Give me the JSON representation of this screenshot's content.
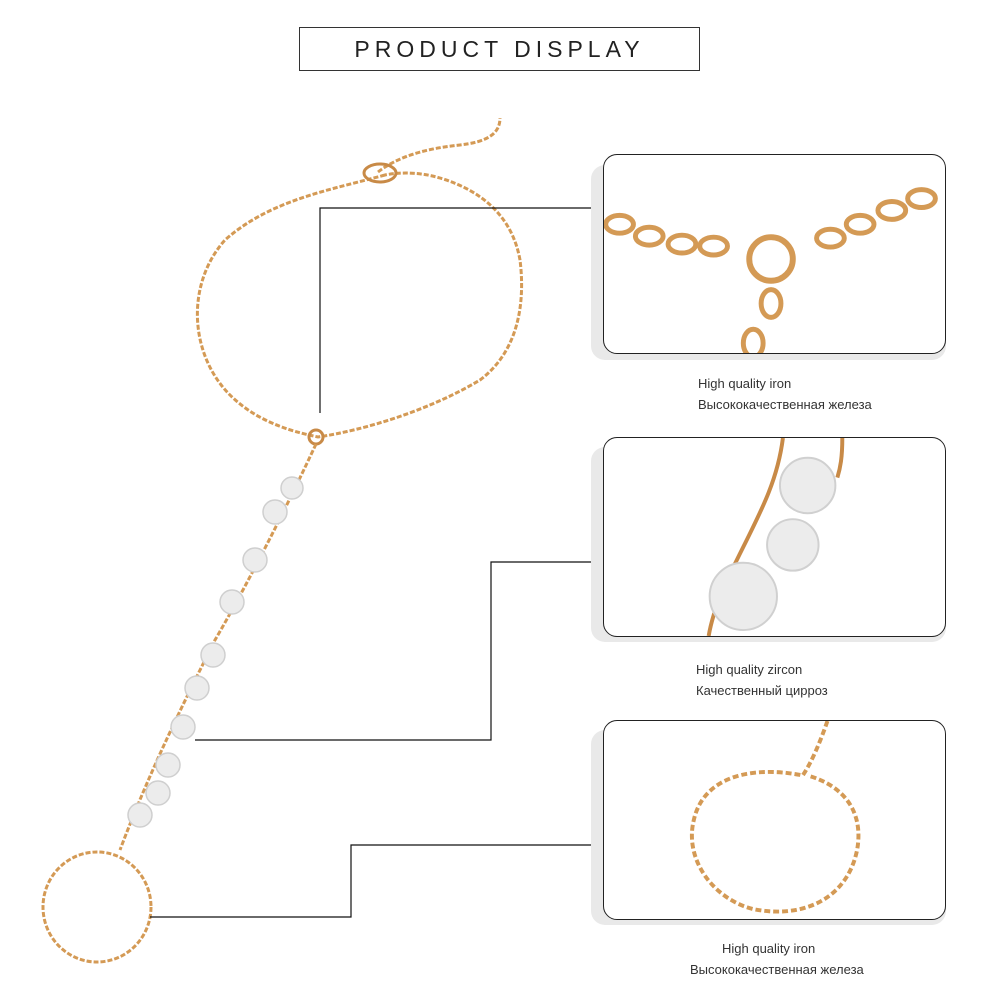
{
  "header": {
    "title": "PRODUCT DISPLAY"
  },
  "colors": {
    "gold": "#d49a55",
    "gold_dark": "#b37a3a",
    "crystal": "#e6e6e6",
    "line": "#111111"
  },
  "details": [
    {
      "line1": "High quality iron",
      "line2": "Высококачественная железа"
    },
    {
      "line1": "High quality zircon",
      "line2": "Качественный цирроз"
    },
    {
      "line1": "High quality iron",
      "line2": "Высококачественная железа"
    }
  ]
}
